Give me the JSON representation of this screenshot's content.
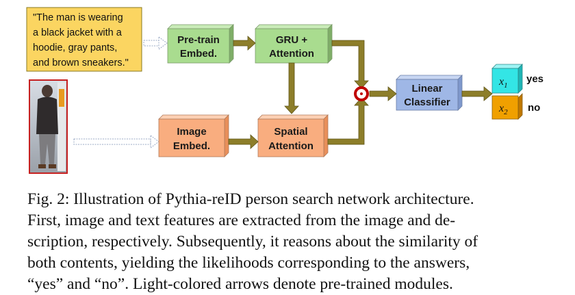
{
  "diagram": {
    "query_text": [
      "\"The man is wearing",
      "a black jacket with a",
      "hoodie, gray pants,",
      "and brown sneakers.\""
    ],
    "boxes": {
      "pretrain_embed": [
        "Pre-train",
        "Embed."
      ],
      "gru_attention": [
        "GRU +",
        "Attention"
      ],
      "image_embed": [
        "Image",
        "Embed."
      ],
      "spatial_attention": [
        "Spatial",
        "Attention"
      ],
      "linear_classifier": [
        "Linear",
        "Classifier"
      ]
    },
    "outputs": [
      {
        "symbol": "x",
        "subscript": "1",
        "answer": "yes",
        "color": "#33e5e5"
      },
      {
        "symbol": "x",
        "subscript": "2",
        "answer": "no",
        "color": "#f0a000"
      }
    ],
    "colors": {
      "query_box": "#fbd561",
      "text_branch": "#a9dc8f",
      "image_branch": "#f9ad7f",
      "classifier": "#9fb7e6",
      "arrow": "#8d7e2a",
      "fusion_ring": "#c00000"
    }
  },
  "caption": {
    "lines": [
      "Fig. 2: Illustration of Pythia-reID person search network architecture.",
      "First, image and text features are extracted from the image and de-",
      "scription, respectively. Subsequently, it reasons about the similarity of",
      "both contents, yielding the likelihoods corresponding to the answers,",
      "“yes” and “no”. Light-colored arrows denote pre-trained modules."
    ]
  }
}
